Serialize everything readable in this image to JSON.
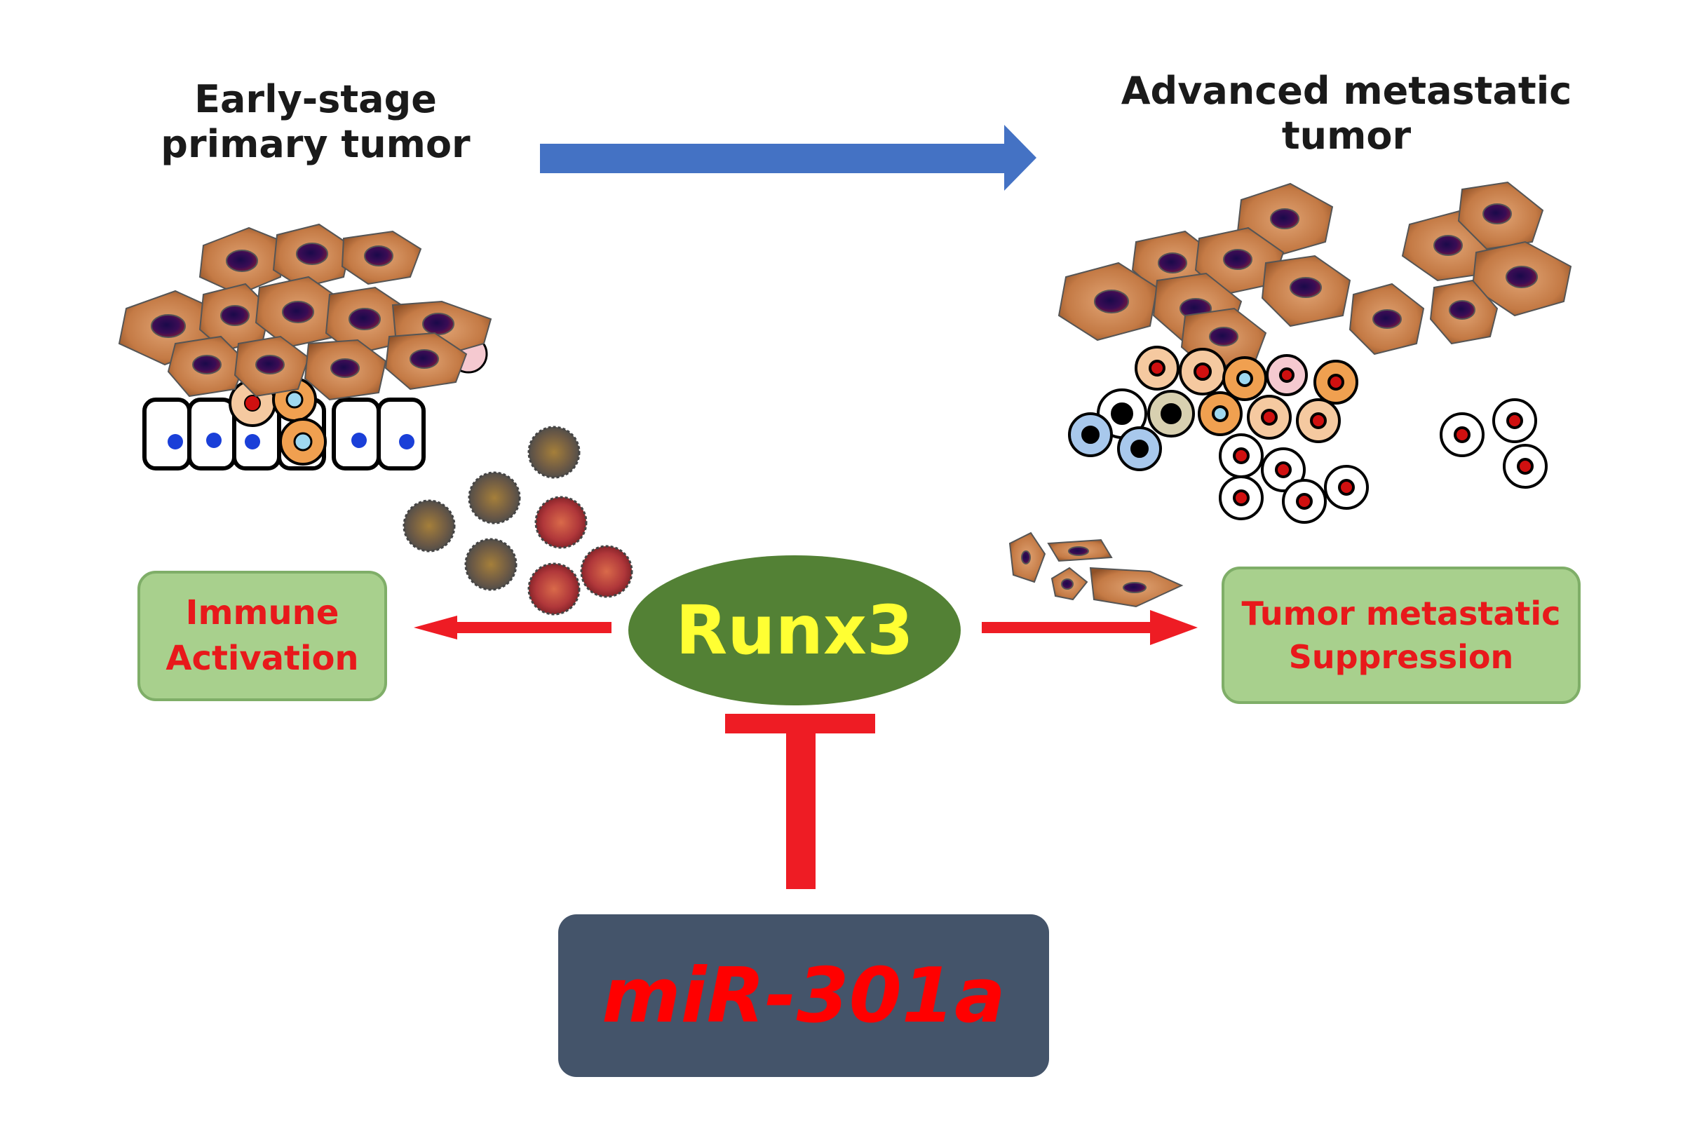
{
  "labels": {
    "early_stage": [
      "Early-stage",
      "primary tumor"
    ],
    "advanced": [
      "Advanced metastatic",
      "tumor"
    ]
  },
  "nodes": {
    "runx3": "Runx3",
    "immune": [
      "Immune",
      "Activation"
    ],
    "suppression": [
      "Tumor metastatic",
      "Suppression"
    ],
    "mir": "miR-301a"
  },
  "colors": {
    "progression_arrow": "#4472c4",
    "red_arrows": "#ee1c24",
    "runx3_fill": "#538135",
    "runx3_text": "#ffff33",
    "box_fill": "#a8d08d",
    "box_text": "#e8191b",
    "mir_fill": "#44546a",
    "mir_text": "#ff0000",
    "tumor_cell": "#c8834e",
    "nucleus": "#3a0a4a"
  }
}
